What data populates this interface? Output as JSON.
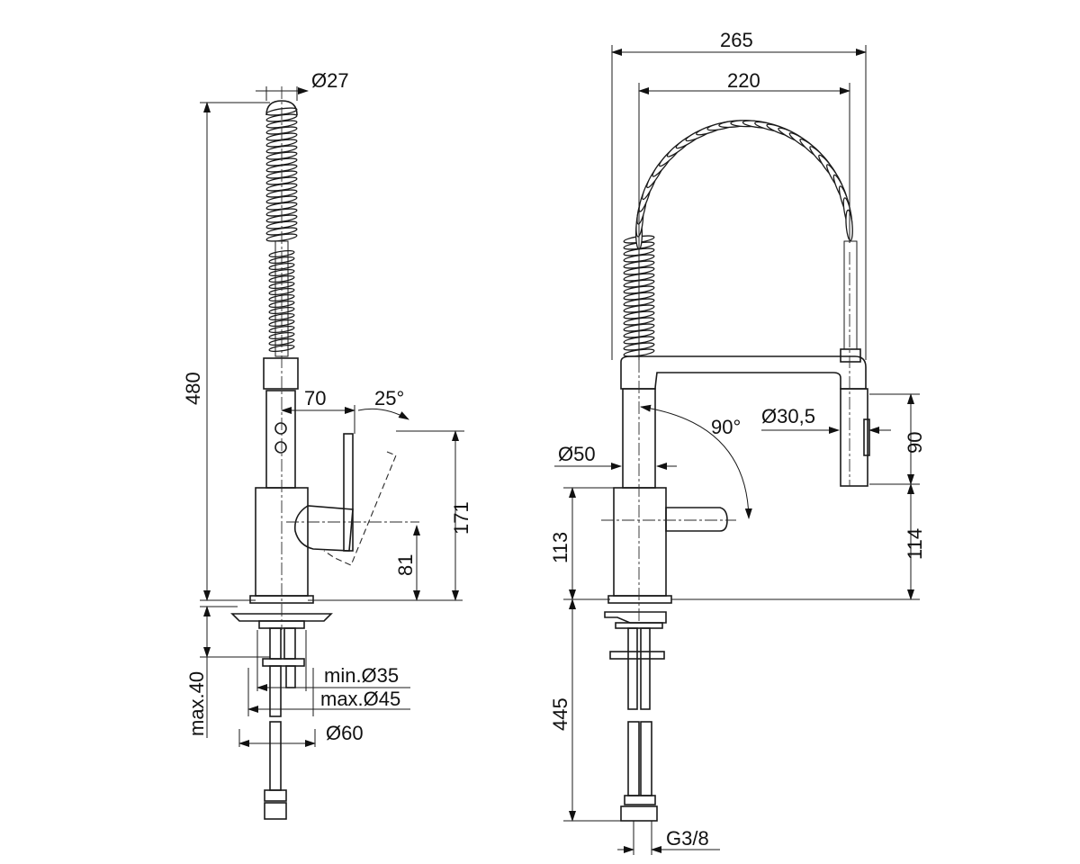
{
  "side_view": {
    "hose_diameter": "Ø27",
    "total_height": "480",
    "lever_offset": "70",
    "lever_angle": "25°",
    "lever_height": "171",
    "body_height": "81",
    "hole_min": "min.Ø35",
    "hole_max": "max.Ø45",
    "base_diameter": "Ø60",
    "deck_thickness": "max.40"
  },
  "front_view": {
    "overall_width": "265",
    "reach": "220",
    "swivel_angle": "90°",
    "spray_diameter": "Ø30,5",
    "spray_length": "90",
    "body_diameter": "Ø50",
    "body_height": "113",
    "spray_dock_height": "114",
    "hose_length": "445",
    "thread": "G3/8"
  }
}
